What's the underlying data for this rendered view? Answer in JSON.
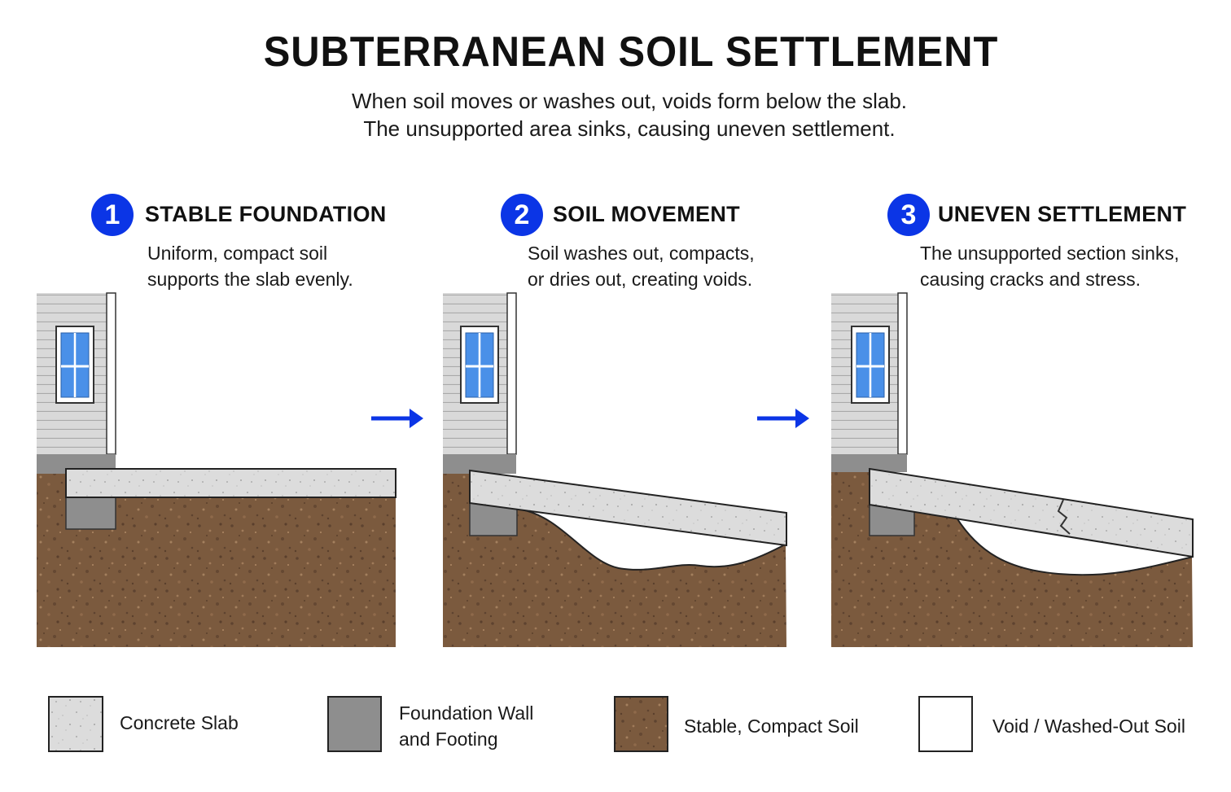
{
  "title": "SUBTERRANEAN SOIL SETTLEMENT",
  "subtitle": {
    "line1": "When soil moves or washes out, voids form below the slab.",
    "line2": "The unsupported area sinks, causing uneven settlement."
  },
  "steps": [
    {
      "number": "1",
      "title": "STABLE FOUNDATION",
      "desc_line1": "Uniform, compact soil",
      "desc_line2": "supports the slab evenly."
    },
    {
      "number": "2",
      "title": "SOIL MOVEMENT",
      "desc_line1": "Soil washes out, compacts,",
      "desc_line2": "or dries out, creating voids."
    },
    {
      "number": "3",
      "title": "UNEVEN SETTLEMENT",
      "desc_line1": "The unsupported section sinks,",
      "desc_line2": "causing cracks and stress."
    }
  ],
  "legend": {
    "concrete": "Concrete Slab",
    "foundation_line1": "Foundation Wall",
    "foundation_line2": "and Footing",
    "soil": "Stable, Compact Soil",
    "void": "Void / Washed-Out Soil"
  },
  "colors": {
    "accent": "#0b35e6",
    "soil": "#7b5a3e",
    "concrete": "#dcdcdc",
    "foundation": "#8e8e8e",
    "siding": "#d6d6d6",
    "window": "#4a90e8"
  },
  "icons": [
    "arrow-right-icon",
    "window-icon"
  ]
}
